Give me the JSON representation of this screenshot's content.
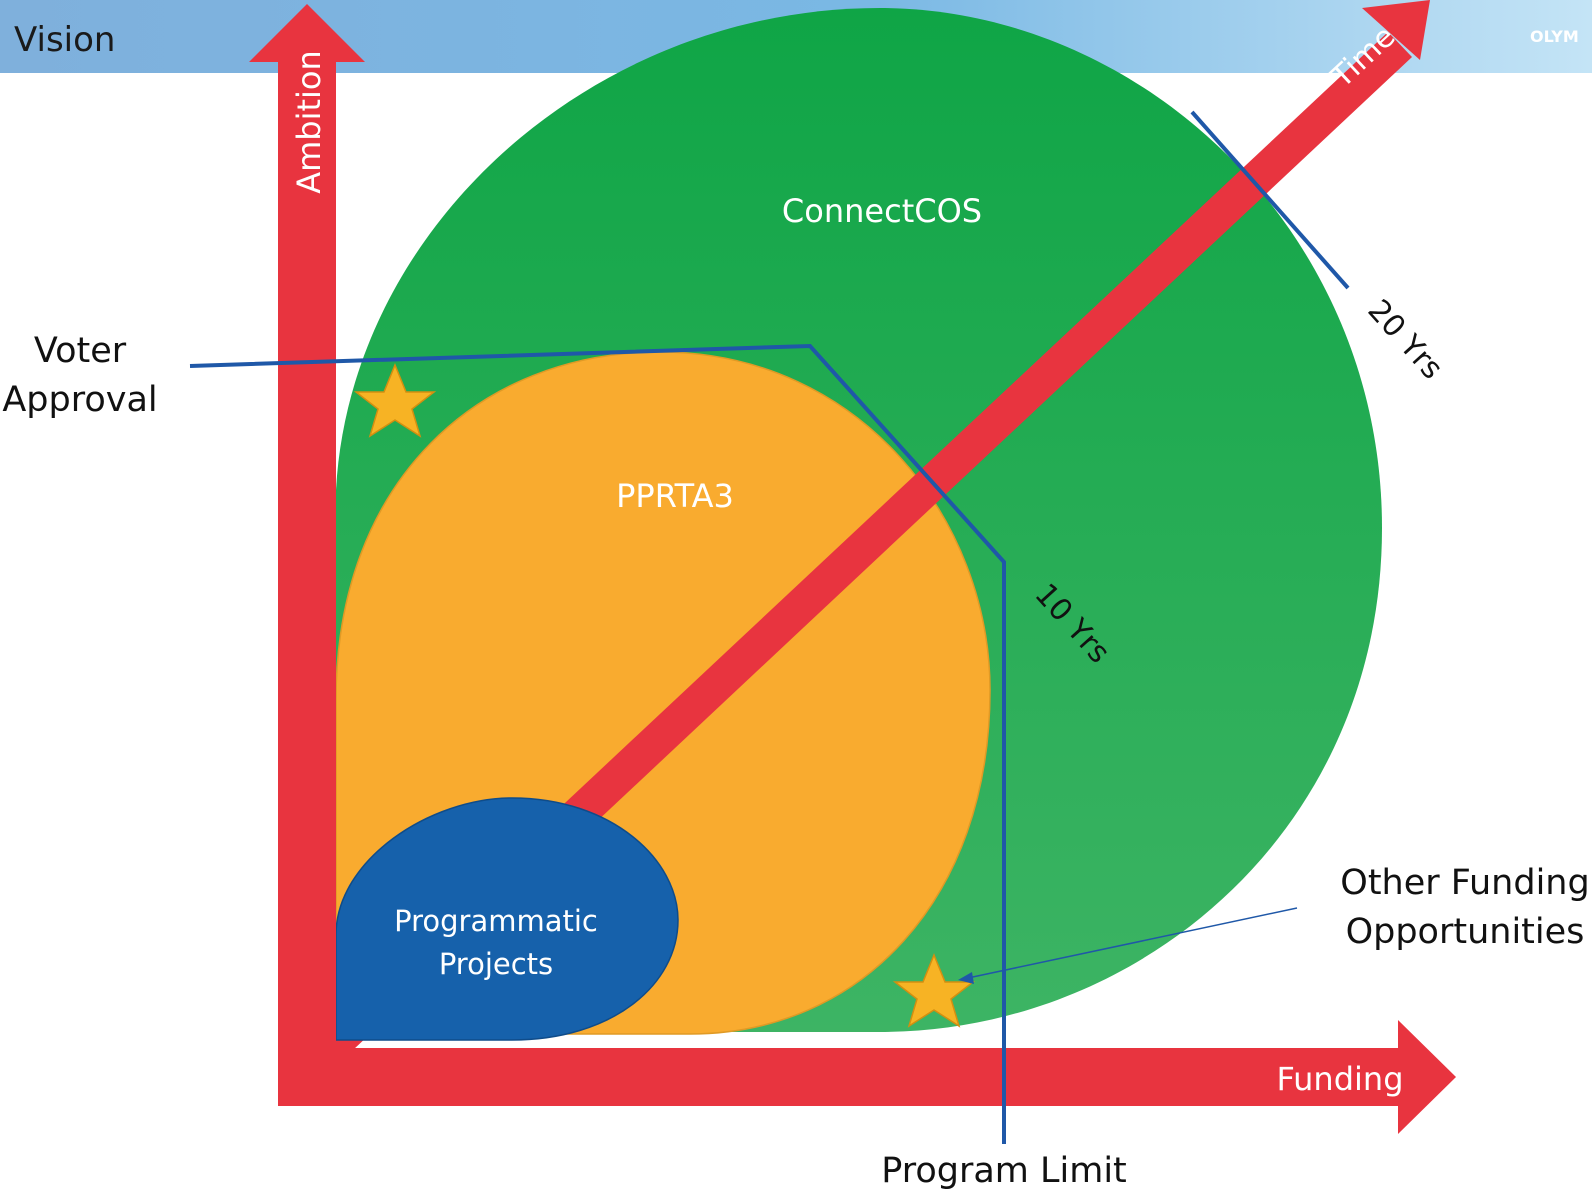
{
  "header": {
    "title": "Vision",
    "logo_text": "OLYM",
    "colors": {
      "band_left": "#7fb0dc",
      "band_right": "#c4e4f6"
    }
  },
  "axes": {
    "vertical_label": "Ambition",
    "horizontal_label": "Funding",
    "diagonal_label": "Time",
    "color": "#e8343f"
  },
  "regions": {
    "outer": {
      "label": "ConnectCOS",
      "color": "#1aa64a"
    },
    "middle": {
      "label": "PPRTA3",
      "color": "#f9ab2f"
    },
    "inner": {
      "label_line1": "Programmatic",
      "label_line2": "Projects",
      "color": "#1661ab"
    }
  },
  "milestones": {
    "ten_years": "10 Yrs",
    "twenty_years": "20 Yrs",
    "line_color": "#1f58a8"
  },
  "callouts": {
    "voter_approval_line1": "Voter",
    "voter_approval_line2": "Approval",
    "other_funding_line1": "Other Funding",
    "other_funding_line2": "Opportunities",
    "program_limit": "Program Limit"
  },
  "markers": {
    "star_color": "#f7b324",
    "star_icon": "star-icon"
  }
}
